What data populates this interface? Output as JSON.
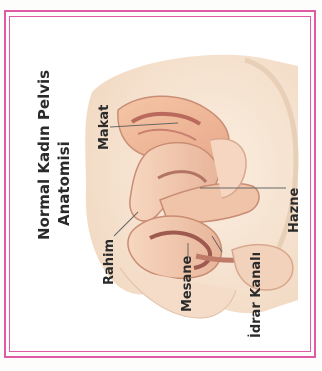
{
  "title_lines": [
    "Normal Kadın Pelvis",
    "Anatomisi"
  ],
  "labels": {
    "makat": "Makat",
    "rahim": "Rahim",
    "hazne": "Hazne",
    "mesane": "Mesane",
    "idrar_kanali": "İdrar Kanalı"
  },
  "colors": {
    "border": "#e05aa6",
    "text": "#2a2a2a"
  }
}
